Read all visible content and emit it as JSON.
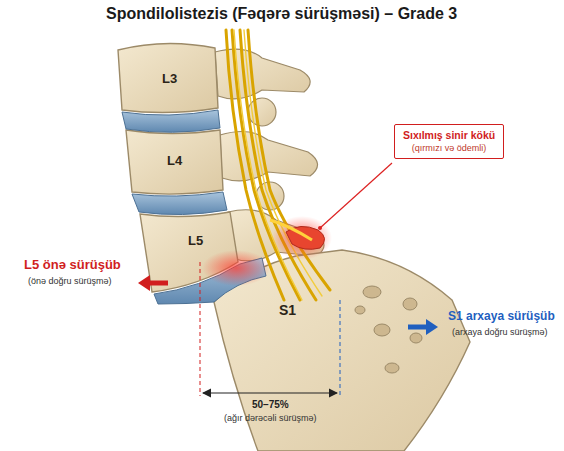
{
  "diagram": {
    "title": "Spondilolistezis (Fəqərə sürüşməsi) – Grade 3",
    "nodes": [
      {
        "text": [
          "L3"
        ]
      },
      {
        "text": [
          "Sıxılmış sinir kökü",
          "(qırmızı və ödemli)"
        ]
      },
      {
        "text": [
          "L4"
        ]
      },
      {
        "text": [
          "L5"
        ]
      },
      {
        "text": [
          "S1"
        ]
      }
    ],
    "labels": [
      "L5 önə sürüşüb",
      "(önə doğru sürüşmə)",
      "S1 arxaya sürüşüb",
      "(arxaya doğru sürüşmə)",
      "50–75%",
      "(ağır dərəcəli sürüşmə)"
    ]
  }
}
